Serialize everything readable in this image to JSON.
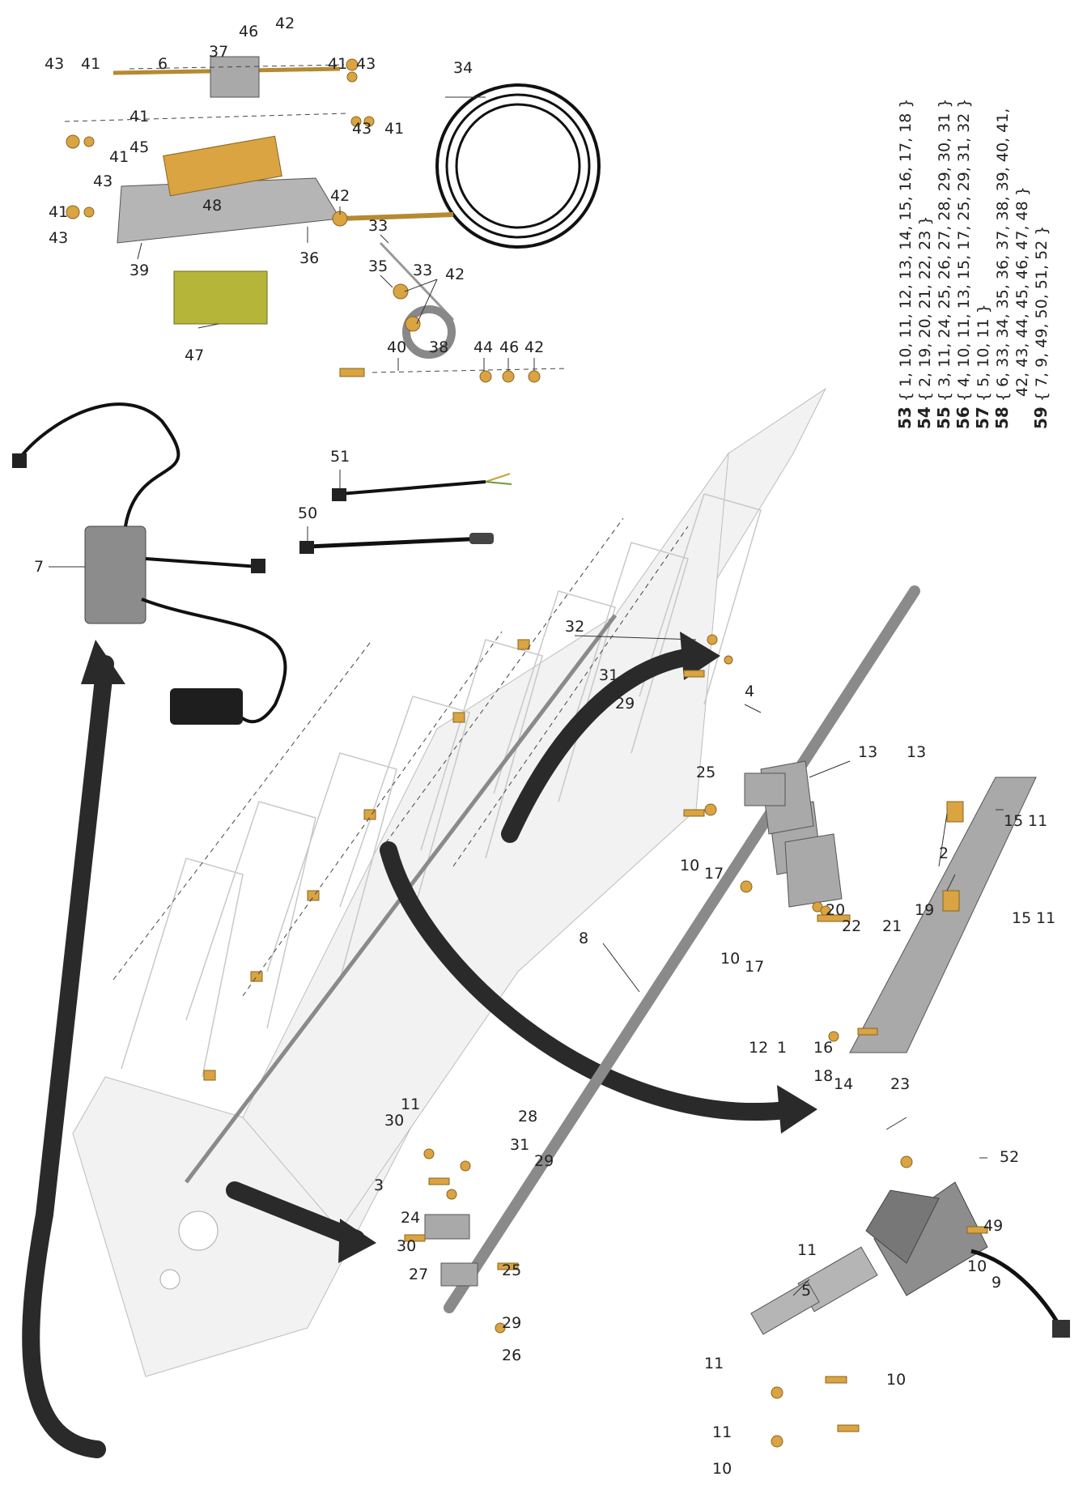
{
  "callouts": {
    "c7": "7",
    "c50": "50",
    "c51": "51",
    "c40": "40",
    "c38": "38",
    "c44": "44",
    "c46a": "46",
    "c42a": "42",
    "c47": "47",
    "c39": "39",
    "c36": "36",
    "c42b": "42",
    "c33a": "33",
    "c35": "35",
    "c33b": "33",
    "c42c": "42",
    "c41a": "41",
    "c43a": "43",
    "c43b": "43",
    "c41b": "41",
    "c45": "45",
    "c41c": "41",
    "c48": "48",
    "c43c": "43",
    "c41d": "41",
    "c6": "6",
    "c37": "37",
    "c46b": "46",
    "c42d": "42",
    "c41e": "41",
    "c43d": "43",
    "c43e": "43",
    "c41f": "41",
    "c34": "34",
    "c32": "32",
    "c31a": "31",
    "c29a": "29",
    "c25a": "25",
    "c4": "4",
    "c10a": "10",
    "c17a": "17",
    "c13a": "13",
    "c13b": "13",
    "c2": "2",
    "c15a": "15",
    "c11a": "11",
    "c10b": "10",
    "c17b": "17",
    "c15b": "15",
    "c11b": "11",
    "c20": "20",
    "c22": "22",
    "c21": "21",
    "c19": "19",
    "c12": "12",
    "c1": "1",
    "c16": "16",
    "c18": "18",
    "c14": "14",
    "c23": "23",
    "c52": "52",
    "c49": "49",
    "c8": "8",
    "c9": "9",
    "c11c": "11",
    "c10c": "10",
    "c5": "5",
    "c11d": "11",
    "c10d": "10",
    "c11e": "11",
    "c10e": "10",
    "c30a": "30",
    "c11f": "11",
    "c28": "28",
    "c31b": "31",
    "c29b": "29",
    "c3": "3",
    "c24": "24",
    "c30b": "30",
    "c27": "27",
    "c25b": "25",
    "c29c": "29",
    "c26": "26"
  },
  "kits": [
    {
      "num": "53",
      "lines": [
        "{ 1, 10, 11, 12, 13, 14, 15, 16, 17, 18 }"
      ]
    },
    {
      "num": "54",
      "lines": [
        "{ 2, 19, 20, 21, 22, 23 }"
      ]
    },
    {
      "num": "55",
      "lines": [
        "{ 3, 11, 24, 25, 26, 27, 28, 29, 30, 31 }"
      ]
    },
    {
      "num": "56",
      "lines": [
        "{ 4, 10, 11, 13, 15, 17, 25, 29, 31, 32 }"
      ]
    },
    {
      "num": "57",
      "lines": [
        "{ 5, 10, 11 }"
      ]
    },
    {
      "num": "58",
      "lines": [
        "{ 6, 33, 34, 35, 36, 37, 38, 39, 40, 41,",
        "42, 43, 44, 45, 46, 47, 48 }"
      ]
    },
    {
      "num": "59",
      "lines": [
        "{ 7, 9, 49, 50, 51, 52 }"
      ]
    }
  ]
}
